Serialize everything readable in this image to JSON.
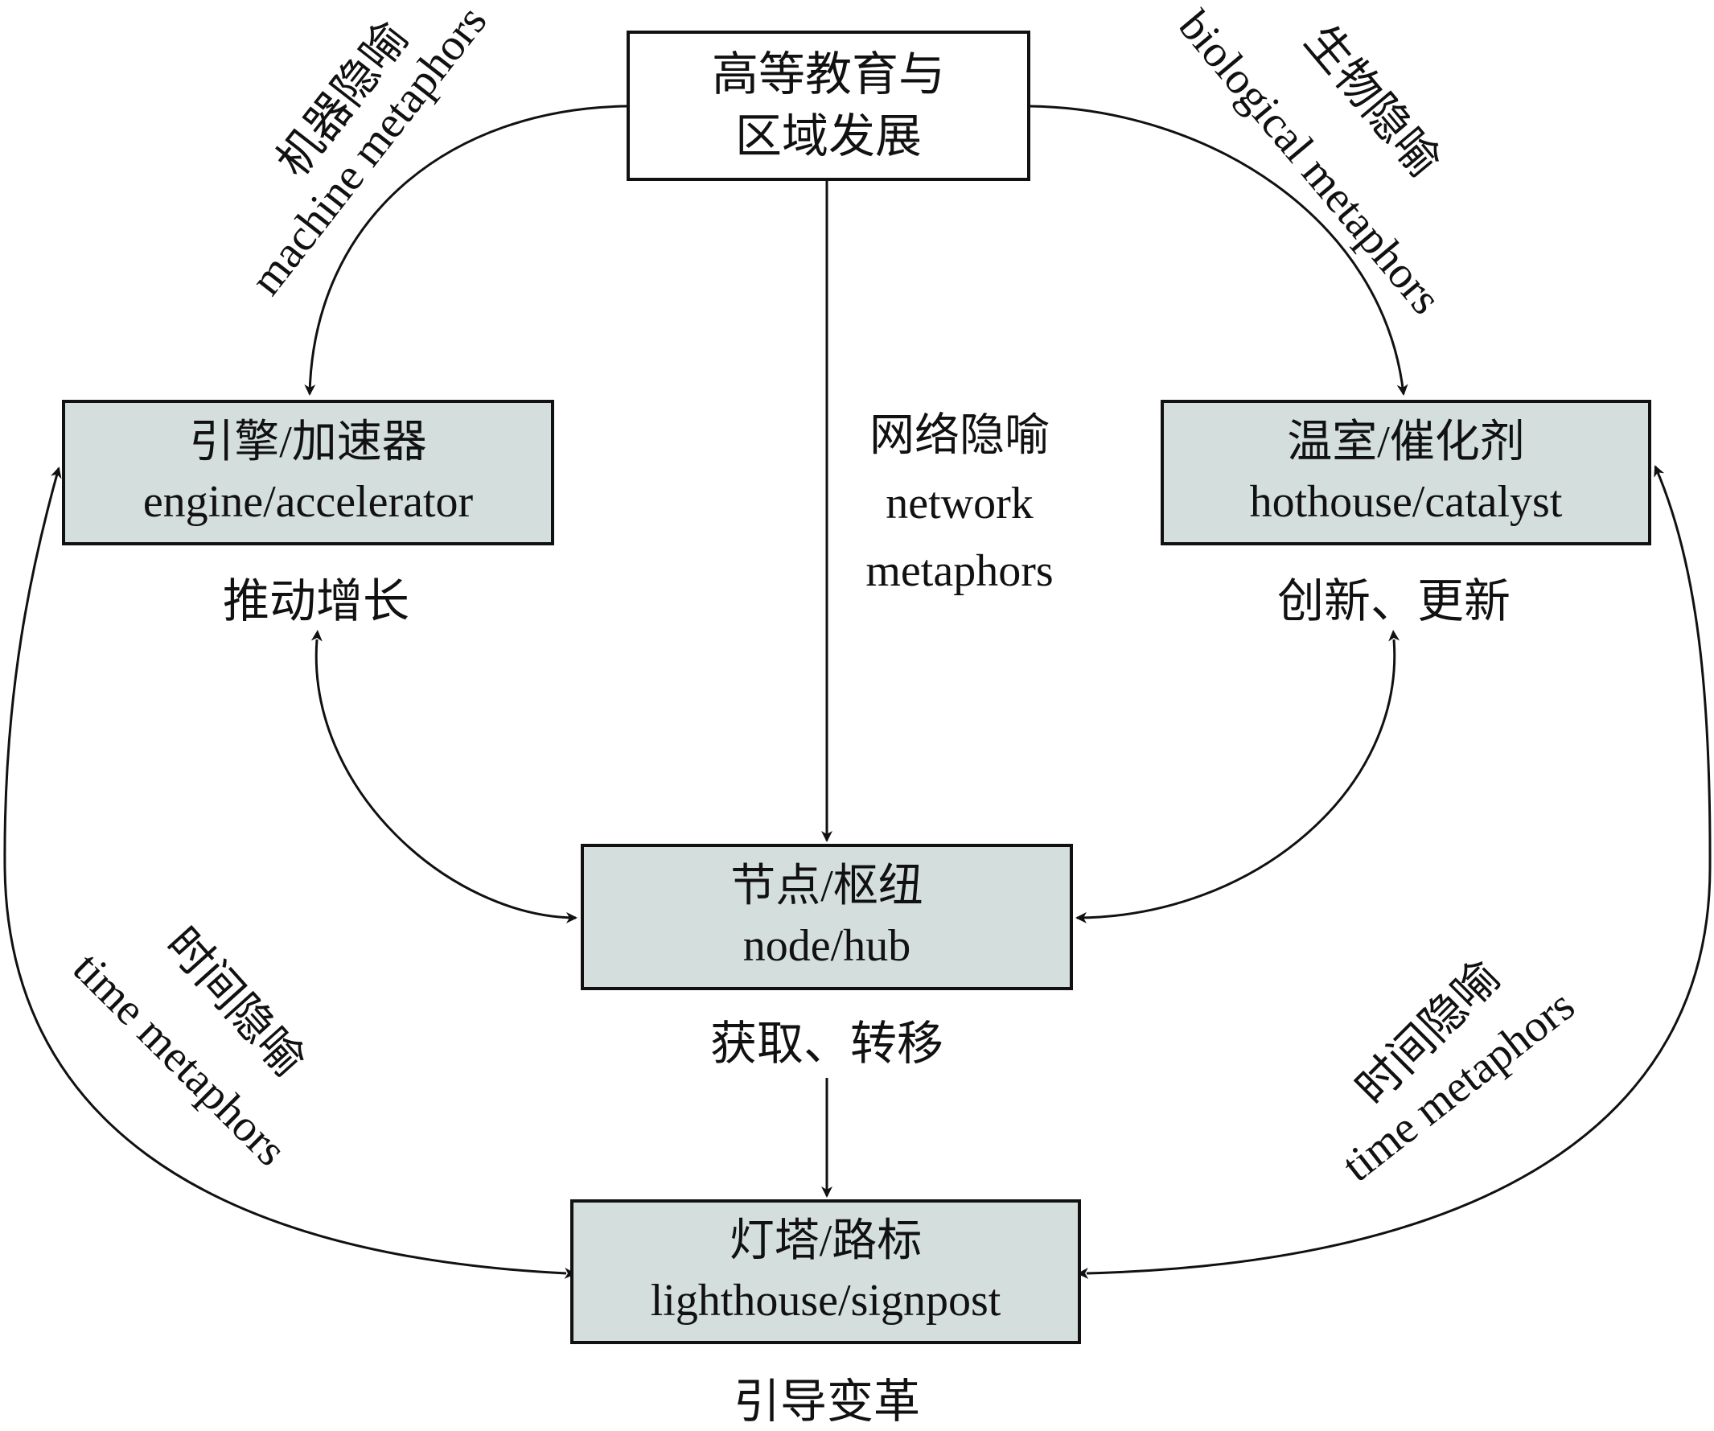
{
  "root": {
    "line1": "高等教育与",
    "line2": "区域发展"
  },
  "nodes": {
    "engine": {
      "zh": "引擎/加速器",
      "en": "engine/accelerator",
      "caption": "推动增长"
    },
    "hothouse": {
      "zh": "温室/催化剂",
      "en": "hothouse/catalyst",
      "caption": "创新、更新"
    },
    "hub": {
      "zh": "节点/枢纽",
      "en": "node/hub",
      "caption": "获取、转移"
    },
    "lighthouse": {
      "zh": "灯塔/路标",
      "en": "lighthouse/signpost",
      "caption": "引导变革"
    }
  },
  "edge_labels": {
    "machine": {
      "zh": "机器隐喻",
      "en": "machine metaphors"
    },
    "biological": {
      "zh": "生物隐喻",
      "en": "biological metaphors"
    },
    "network": {
      "zh": "网络隐喻",
      "en1": "network",
      "en2": "metaphors"
    },
    "time_left": {
      "zh": "时间隐喻",
      "en": "time metaphors"
    },
    "time_right": {
      "zh": "时间隐喻",
      "en": "time metaphors"
    }
  },
  "colors": {
    "node_fill": "#d3dedd",
    "stroke": "#111111"
  }
}
